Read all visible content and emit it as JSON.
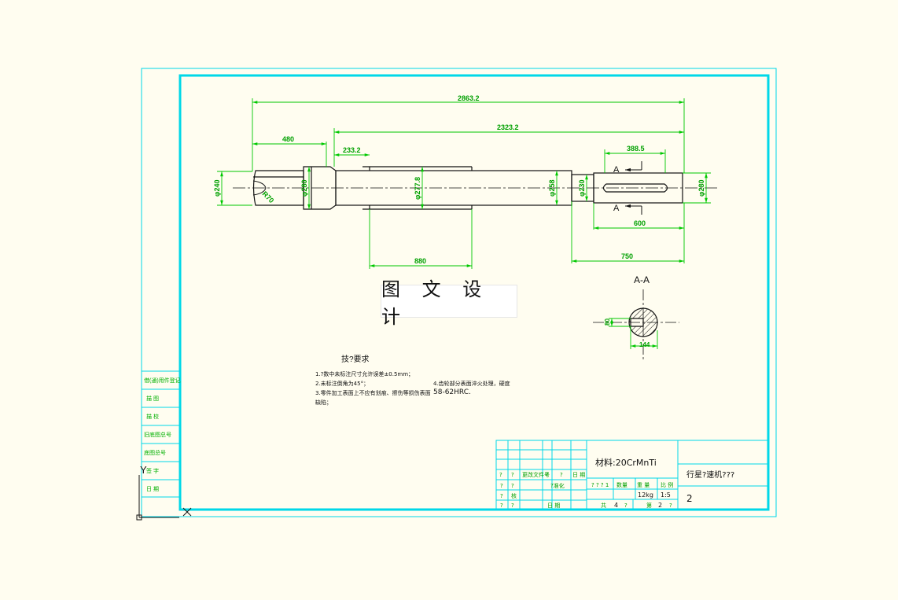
{
  "colors": {
    "background": "#fffdf0",
    "frame": "#00d8e8",
    "dimension": "#00c800",
    "outline": "#111111",
    "text_dark": "#000000"
  },
  "watermark": "图 文 设 计",
  "dimensions": {
    "overall_length": "2863.2",
    "length_2323": "2323.2",
    "length_480": "480",
    "length_233": "233.2",
    "length_388": "388.5",
    "length_880": "880",
    "length_600": "600",
    "length_750": "750",
    "dia_240": "φ240",
    "dia_280_left": "φ280",
    "dia_277": "φ277.8",
    "dia_258": "φ258",
    "dia_230": "φ230",
    "dia_280_right": "φ280",
    "radius": "R70",
    "section_width": "80",
    "section_depth": "144"
  },
  "section": {
    "label": "A-A",
    "marker": "A"
  },
  "tech_requirements": {
    "title": "技?要求",
    "lines": [
      "1.?数中未标注尺寸允许误差±0.5mm；",
      "2.未标注倒角为45°；",
      "3.零件加工表面上不应有划痕、擦伤等损伤表面",
      "缺陷；"
    ],
    "line4a": "4.齿轮部分表面淬火处理，硬度",
    "line4b": "58-62HRC."
  },
  "title_block": {
    "material": "材料:20CrMnTi",
    "product_name": "行星?速机???",
    "drawing_number": "2",
    "weight": "12kg",
    "scale": "1:5",
    "header_stage": "? ? ? 1",
    "header_count": "数量",
    "header_weight": "重 量",
    "header_scale": "比 例",
    "sheets_total_label": "共",
    "sheets_total": "4",
    "sheets_total_suffix": "?",
    "sheet_label": "第",
    "sheet_no": "2",
    "sheet_suffix": "?",
    "rev_cols": [
      "?",
      "?",
      "?",
      "?",
      "更改文件号",
      "?",
      "?",
      "日 期"
    ],
    "row_a": [
      "?",
      "?"
    ],
    "row_b": [
      "?",
      "核"
    ],
    "row_c": [
      "?",
      "?"
    ],
    "std": "?准化",
    "approve": "日 期"
  },
  "left_strip": {
    "items": [
      "借(通)用件登记",
      "描 图",
      "描 校",
      "旧底图总号",
      "底图总号",
      "签 字",
      "日 期"
    ]
  },
  "ucs": {
    "x": "X",
    "y": "Y"
  }
}
